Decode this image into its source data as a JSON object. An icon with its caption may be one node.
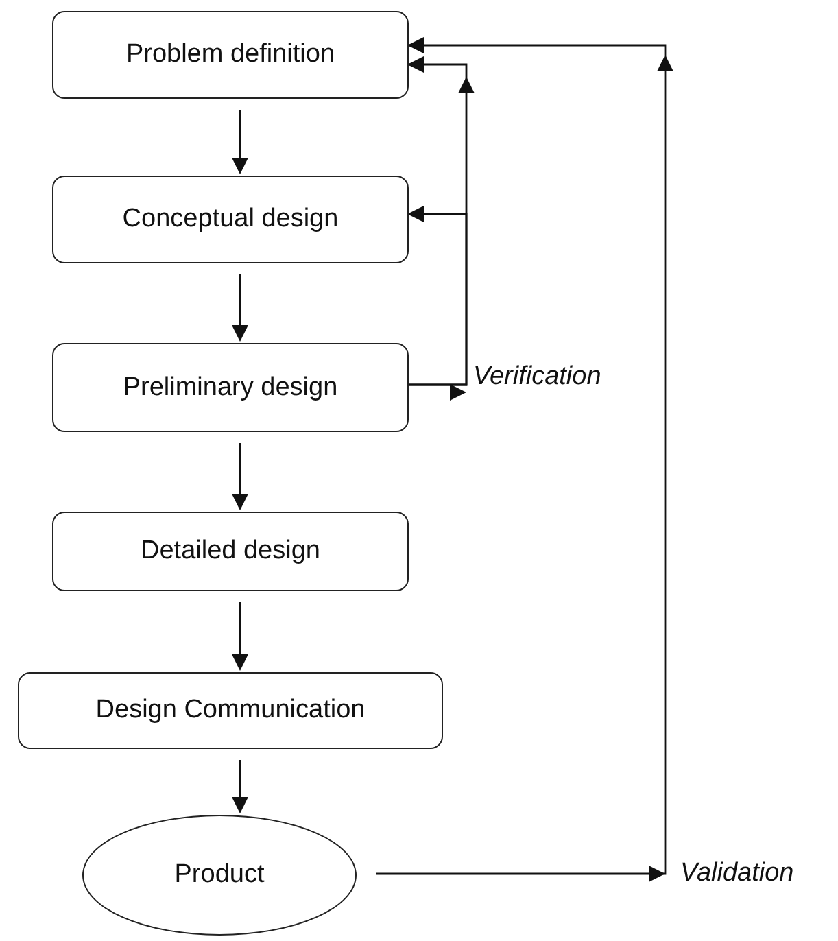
{
  "diagram": {
    "nodes": [
      {
        "text": [
          "Problem definition"
        ]
      },
      {
        "text": [
          "Conceptual design"
        ]
      },
      {
        "text": [
          "Preliminary design"
        ]
      },
      {
        "text": [
          "Detailed design"
        ]
      },
      {
        "text": [
          "Design Communication"
        ]
      },
      {
        "text": [
          "Product"
        ]
      }
    ],
    "edges": [
      {
        "from": 0,
        "to": 1,
        "arrow": "to"
      },
      {
        "from": 1,
        "to": 2,
        "arrow": "to"
      },
      {
        "from": 2,
        "to": 3,
        "arrow": "to"
      },
      {
        "from": 3,
        "to": 4,
        "arrow": "to"
      },
      {
        "from": 4,
        "to": 5,
        "arrow": "to"
      },
      {
        "from": 2,
        "to": 1,
        "arrow": "to",
        "label": "Verification"
      },
      {
        "from": 2,
        "to": 0,
        "arrow": "to"
      },
      {
        "from": 5,
        "to": 0,
        "arrow": "to",
        "label": "Validation"
      }
    ]
  }
}
